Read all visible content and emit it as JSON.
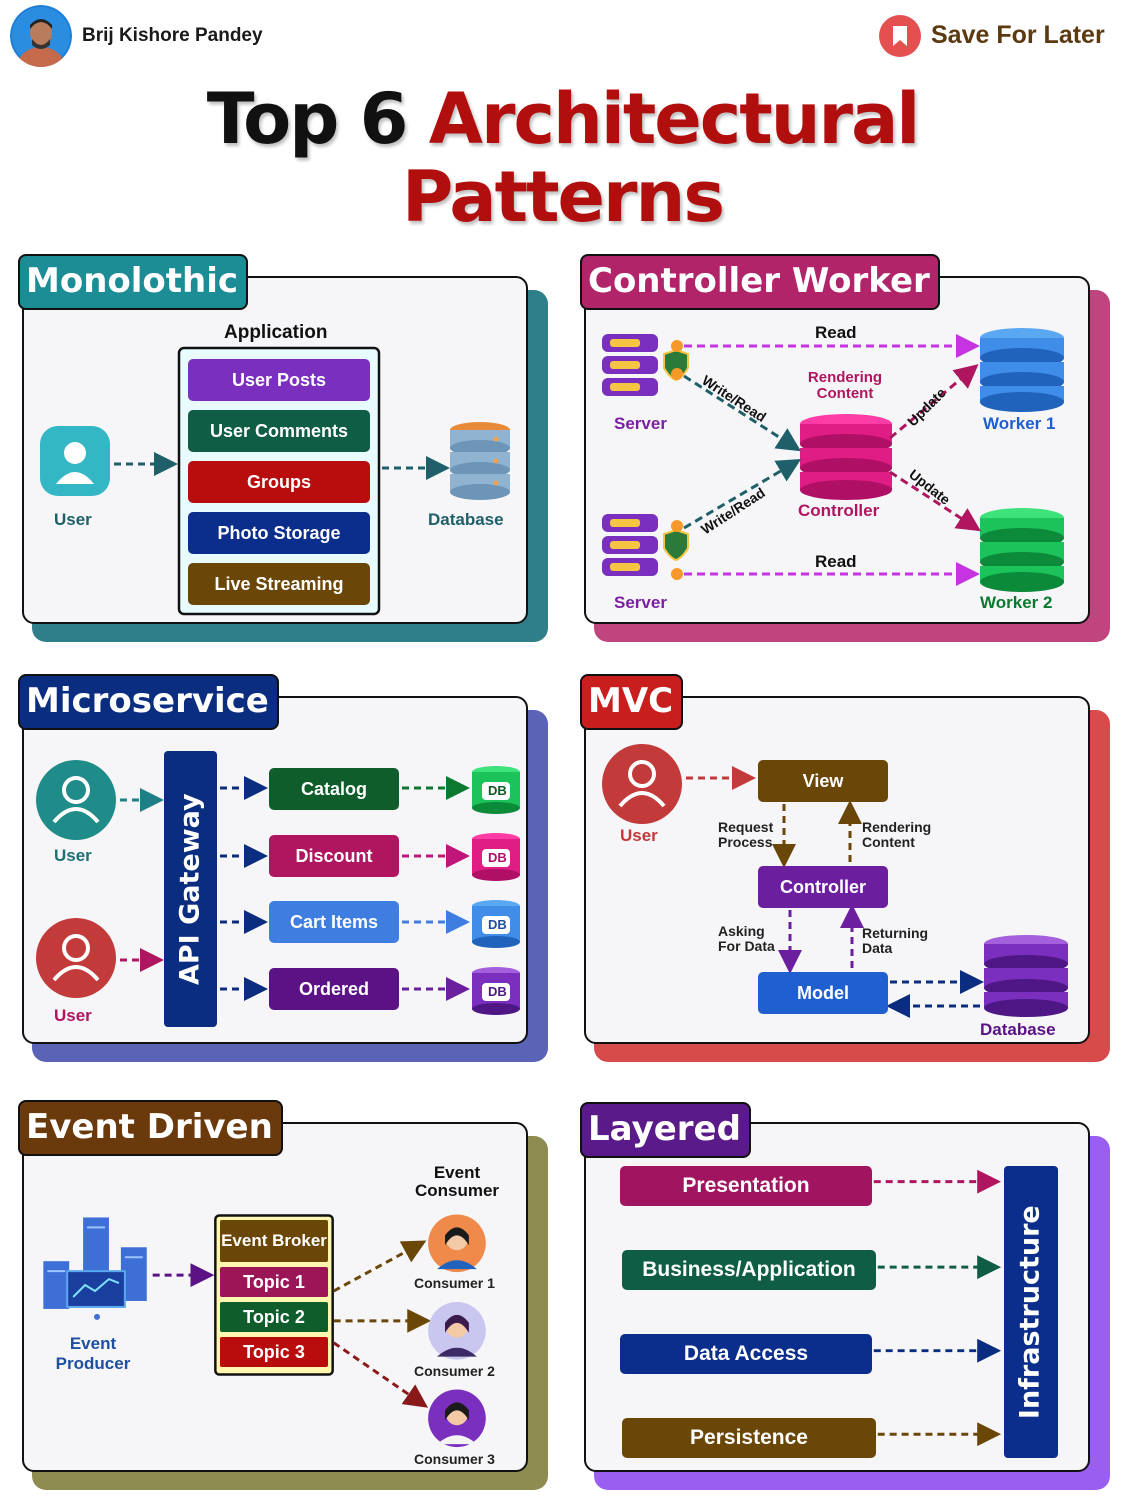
{
  "header": {
    "author": "Brij Kishore Pandey",
    "save": "Save For Later",
    "title_black": "Top 6",
    "title_red": "Architectural",
    "title_red2": "Patterns"
  },
  "colors": {
    "title_red": "#b10e0e",
    "monolithic": "#2e7f8a",
    "controller_worker": "#c0447e",
    "microservice": "#0b2d80",
    "mvc": "#c81e1e",
    "event_driven": "#6a3a0c",
    "layered": "#5a1a8a"
  },
  "monolithic": {
    "title": "Monolothic",
    "user": "User",
    "app_label": "Application",
    "modules": [
      "User Posts",
      "User Comments",
      "Groups",
      "Photo Storage",
      "Live Streaming"
    ],
    "database": "Database"
  },
  "controller_worker": {
    "title": "Controller Worker",
    "server1": "Server",
    "server2": "Server",
    "read1": "Read",
    "read2": "Read",
    "write_read1": "Write/Read",
    "write_read2": "Write/Read",
    "rendering": "Rendering Content",
    "controller": "Controller",
    "update1": "Update",
    "update2": "Update",
    "worker1": "Worker 1",
    "worker2": "Worker 2"
  },
  "microservice": {
    "title": "Microservice",
    "user1": "User",
    "user2": "User",
    "gateway": "API Gateway",
    "services": [
      "Catalog",
      "Discount",
      "Cart Items",
      "Ordered"
    ],
    "db": "DB"
  },
  "mvc": {
    "title": "MVC",
    "user": "User",
    "view": "View",
    "controller": "Controller",
    "model": "Model",
    "database": "Database",
    "request_process": "Request Process",
    "rendering_content": "Rendering Content",
    "asking_for_data": "Asking For Data",
    "returning_data": "Returning Data"
  },
  "event_driven": {
    "title": "Event Driven",
    "producer": "Event Producer",
    "broker": "Event Broker",
    "topics": [
      "Topic 1",
      "Topic 2",
      "Topic 3"
    ],
    "consumer_header": "Event Consumer",
    "consumers": [
      "Consumer 1",
      "Consumer 2",
      "Consumer 3"
    ]
  },
  "layered": {
    "title": "Layered",
    "layers": [
      "Presentation",
      "Business/Application",
      "Data Access",
      "Persistence"
    ],
    "infrastructure": "Infrastructure"
  }
}
